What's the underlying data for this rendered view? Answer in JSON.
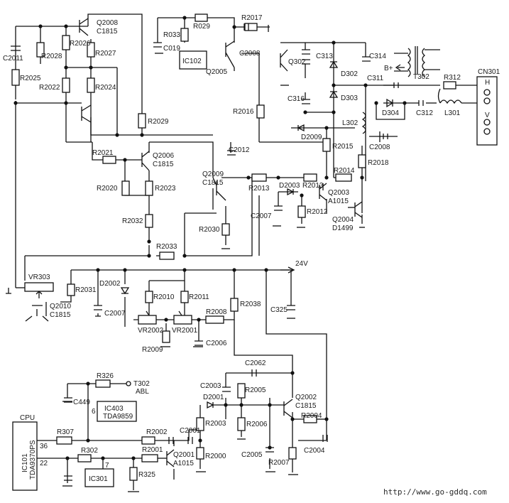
{
  "labels": {
    "cpu": "CPU",
    "ic101_a": "IC101",
    "ic101_b": "TDA9370PS",
    "pin36": "36",
    "pin22": "22",
    "r307": "R307",
    "r302": "R302",
    "ic301": "IC301",
    "pin7": "7",
    "r325": "R325",
    "c449": "C449",
    "r326": "R326",
    "t302abl_a": "T302",
    "t302abl_b": "ABL",
    "pin6": "6",
    "ic403_a": "IC403",
    "ic403_b": "TDA9859",
    "r2002": "R2002",
    "r2001": "R2001",
    "q2001_a": "Q2001",
    "q2001_b": "A1015",
    "c2001": "C2001",
    "r2003": "R2003",
    "r2000": "R2000",
    "c2003": "C2003",
    "d2001": "D2001",
    "c2062": "C2062",
    "r2005": "R2005",
    "r2006": "R2006",
    "q2002_a": "Q2002",
    "q2002_b": "C1815",
    "r2004": "R2004",
    "c2005": "C2005",
    "r2007": "R2007",
    "c2004": "C2004",
    "c2011": "C2011",
    "r2028": "R2028",
    "r2026": "R2026",
    "r2027": "R2027",
    "q2008_a": "Q2008",
    "q2008_b": "C1815",
    "r2025": "R2025",
    "r2022": "R2022",
    "r2024": "R2024",
    "r2029": "R2029",
    "r2021": "R2021",
    "q2006_a": "Q2006",
    "q2006_b": "C1815",
    "r2020": "R2020",
    "r2023": "R2023",
    "r2032": "R2032",
    "r2030": "R2030",
    "q2009_a": "Q2009",
    "q2009_b": "C1815",
    "r2033": "R2033",
    "vr303": "VR303",
    "q2010_a": "Q2010",
    "q2010_b": "C1815",
    "r2031": "R2031",
    "d2002": "D2002",
    "c2007b": "C2007",
    "r2010": "R2010",
    "r2011": "R2011",
    "vr2002": "VR2002",
    "vr2001": "VR2001",
    "r2009": "R2009",
    "r2008": "R2008",
    "c2006": "C2006",
    "r2038": "R2038",
    "c325": "C325",
    "v24": "24V",
    "r033": "R033",
    "c019": "C019",
    "r029": "R029",
    "ic102": "IC102",
    "r2017": "R2017",
    "c2008a": "C2008",
    "q2005": "Q2005",
    "r2016": "R2016",
    "c2012": "C2012",
    "r2013a": "R2013",
    "d2003": "D2003",
    "r2013b": "R2013",
    "c2007a": "C2007",
    "r2012": "R2012",
    "q2003_a": "Q2003",
    "q2003_b": "A1015",
    "r2014": "R2014",
    "q2004_a": "Q2004",
    "q2004_b": "D1499",
    "q302": "Q302",
    "c313": "C313",
    "c314": "C314",
    "d302": "D302",
    "d303": "D303",
    "c316": "C316",
    "bplus": "B+",
    "t302": "T302",
    "c311": "C311",
    "r312": "R312",
    "cn301": "CN301",
    "pin_h": "H",
    "pin_v": "V",
    "d304": "D304",
    "c312": "C312",
    "l301": "L301",
    "l302": "L302",
    "d2009": "D2009",
    "r2015": "R2015",
    "c2008b": "C2008",
    "r2018": "R2018"
  },
  "watermark_url": "http://www.go-gddq.com"
}
